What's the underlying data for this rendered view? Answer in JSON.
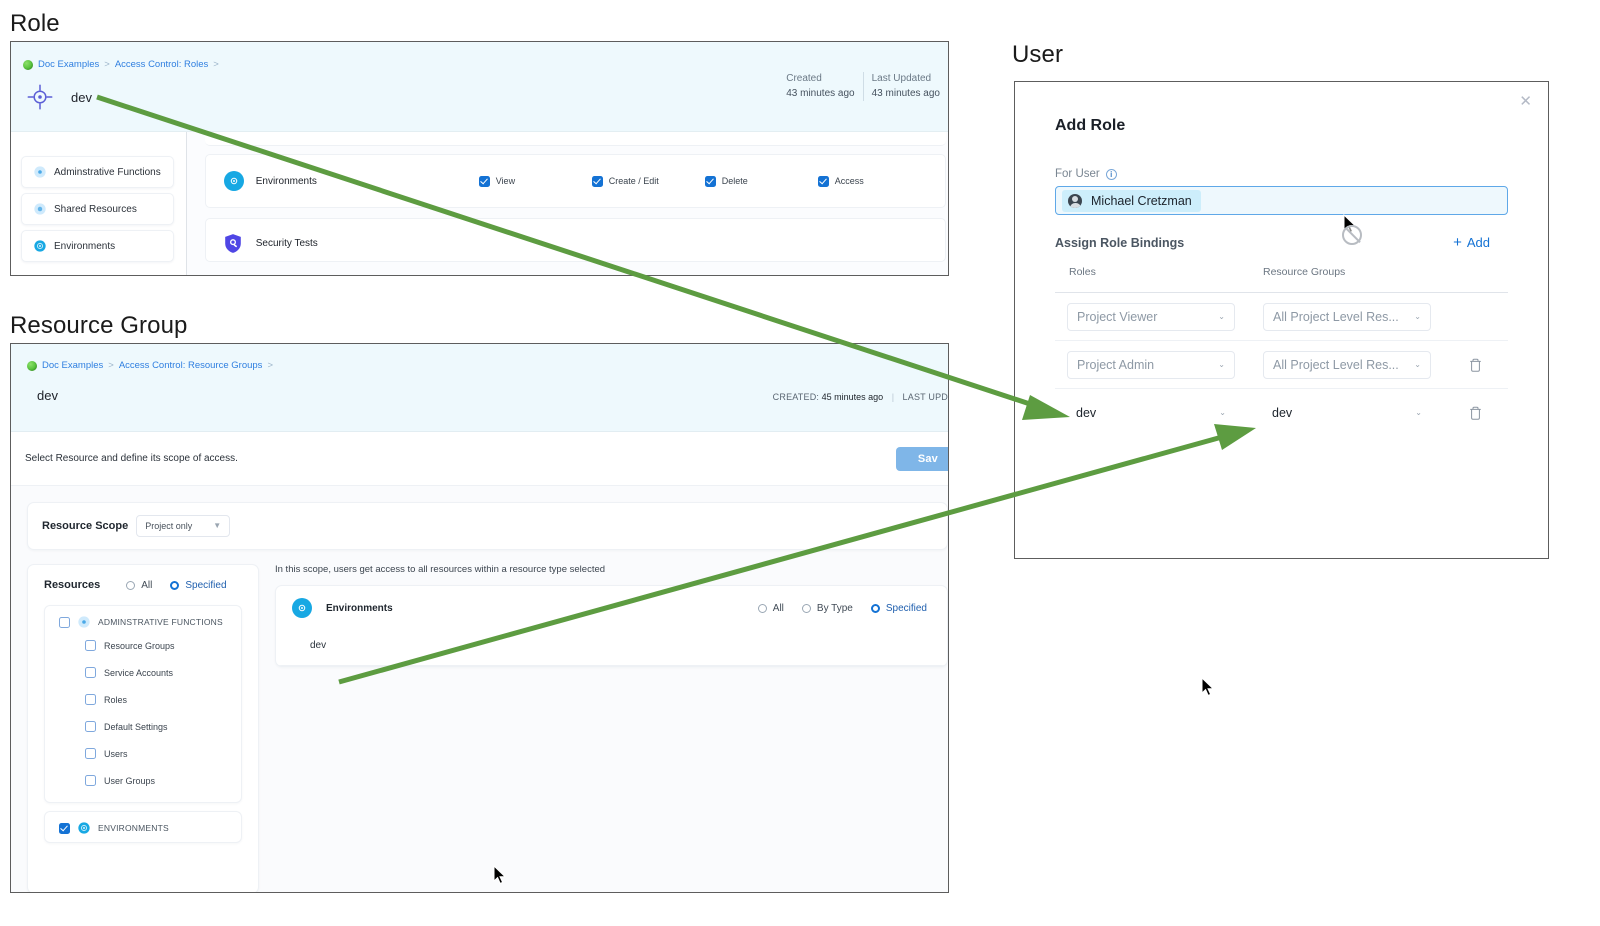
{
  "captions": {
    "role": "Role",
    "resource_group": "Resource Group",
    "user": "User"
  },
  "role_panel": {
    "breadcrumb": {
      "project": "Doc Examples",
      "sep1": ">",
      "section": "Access Control: Roles",
      "sep2": ">"
    },
    "title": "dev",
    "meta": {
      "created_label": "Created",
      "created_value": "43 minutes ago",
      "updated_label": "Last Updated",
      "updated_value": "43 minutes ago"
    },
    "categories": [
      {
        "label": "Adminstrative Functions",
        "icon": "admin-functions-icon"
      },
      {
        "label": "Shared Resources",
        "icon": "shared-resources-icon"
      },
      {
        "label": "Environments",
        "icon": "environments-icon"
      }
    ],
    "permission_rows": [
      {
        "name": "Environments",
        "icon": "environments-icon",
        "permissions": [
          {
            "label": "View",
            "checked": true
          },
          {
            "label": "Create / Edit",
            "checked": true
          },
          {
            "label": "Delete",
            "checked": true
          },
          {
            "label": "Access",
            "checked": true
          }
        ]
      }
    ],
    "security_row": {
      "name": "Security Tests",
      "icon": "security-shield-icon"
    }
  },
  "resource_group_panel": {
    "breadcrumb": {
      "project": "Doc Examples",
      "sep1": ">",
      "section": "Access Control: Resource Groups",
      "sep2": ">"
    },
    "title": "dev",
    "meta": {
      "created_label": "CREATED:",
      "created_value": "45 minutes ago",
      "updated_label": "LAST UPD"
    },
    "subtext": "Select Resource and define its scope of access.",
    "save_label": "Sav",
    "scope": {
      "label": "Resource Scope",
      "value": "Project only"
    },
    "resources": {
      "title": "Resources",
      "options": [
        {
          "label": "All",
          "selected": false
        },
        {
          "label": "Specified",
          "selected": true
        }
      ],
      "groups": [
        {
          "title": "ADMINSTRATIVE FUNCTIONS",
          "checked": false,
          "icon": "admin-functions-icon",
          "items": [
            {
              "label": "Resource Groups",
              "checked": false
            },
            {
              "label": "Service Accounts",
              "checked": false
            },
            {
              "label": "Roles",
              "checked": false
            },
            {
              "label": "Default Settings",
              "checked": false
            },
            {
              "label": "Users",
              "checked": false
            },
            {
              "label": "User Groups",
              "checked": false
            }
          ]
        },
        {
          "title": "ENVIRONMENTS",
          "checked": true,
          "icon": "environments-icon",
          "items": []
        }
      ]
    },
    "scope_detail": {
      "hint": "In this scope, users get access to all resources within a resource type selected",
      "card": {
        "name": "Environments",
        "icon": "environments-icon",
        "options": [
          {
            "label": "All",
            "selected": false
          },
          {
            "label": "By Type",
            "selected": false
          },
          {
            "label": "Specified",
            "selected": true
          }
        ],
        "items": [
          "dev"
        ]
      }
    }
  },
  "user_dialog": {
    "close_icon": "close-icon",
    "title": "Add Role",
    "for_user": {
      "label": "For User",
      "info_icon": "info-icon",
      "chip": "Michael Cretzman"
    },
    "bindings": {
      "title": "Assign Role Bindings",
      "add_label": "Add",
      "add_icon": "plus-icon",
      "columns": [
        "Roles",
        "Resource Groups"
      ],
      "rows": [
        {
          "role": "Project Viewer",
          "resource_group": "All Project Level Res...",
          "placeholder": true,
          "deletable": false
        },
        {
          "role": "Project Admin",
          "resource_group": "All Project Level Res...",
          "placeholder": true,
          "deletable": true
        },
        {
          "role": "dev",
          "resource_group": "dev",
          "placeholder": false,
          "deletable": true
        }
      ]
    }
  },
  "colors": {
    "accent_blue": "#1472d4",
    "env_cyan": "#17a8e3",
    "header_bg": "#eef9fd",
    "arrow_green": "#5d9c41",
    "link_blue": "#2f7fe0"
  },
  "annotations": {
    "arrows": [
      {
        "from": "role-title",
        "to": "user-binding-role-dev"
      },
      {
        "from": "resource-group-env-dev",
        "to": "user-binding-rg-dev"
      }
    ]
  }
}
